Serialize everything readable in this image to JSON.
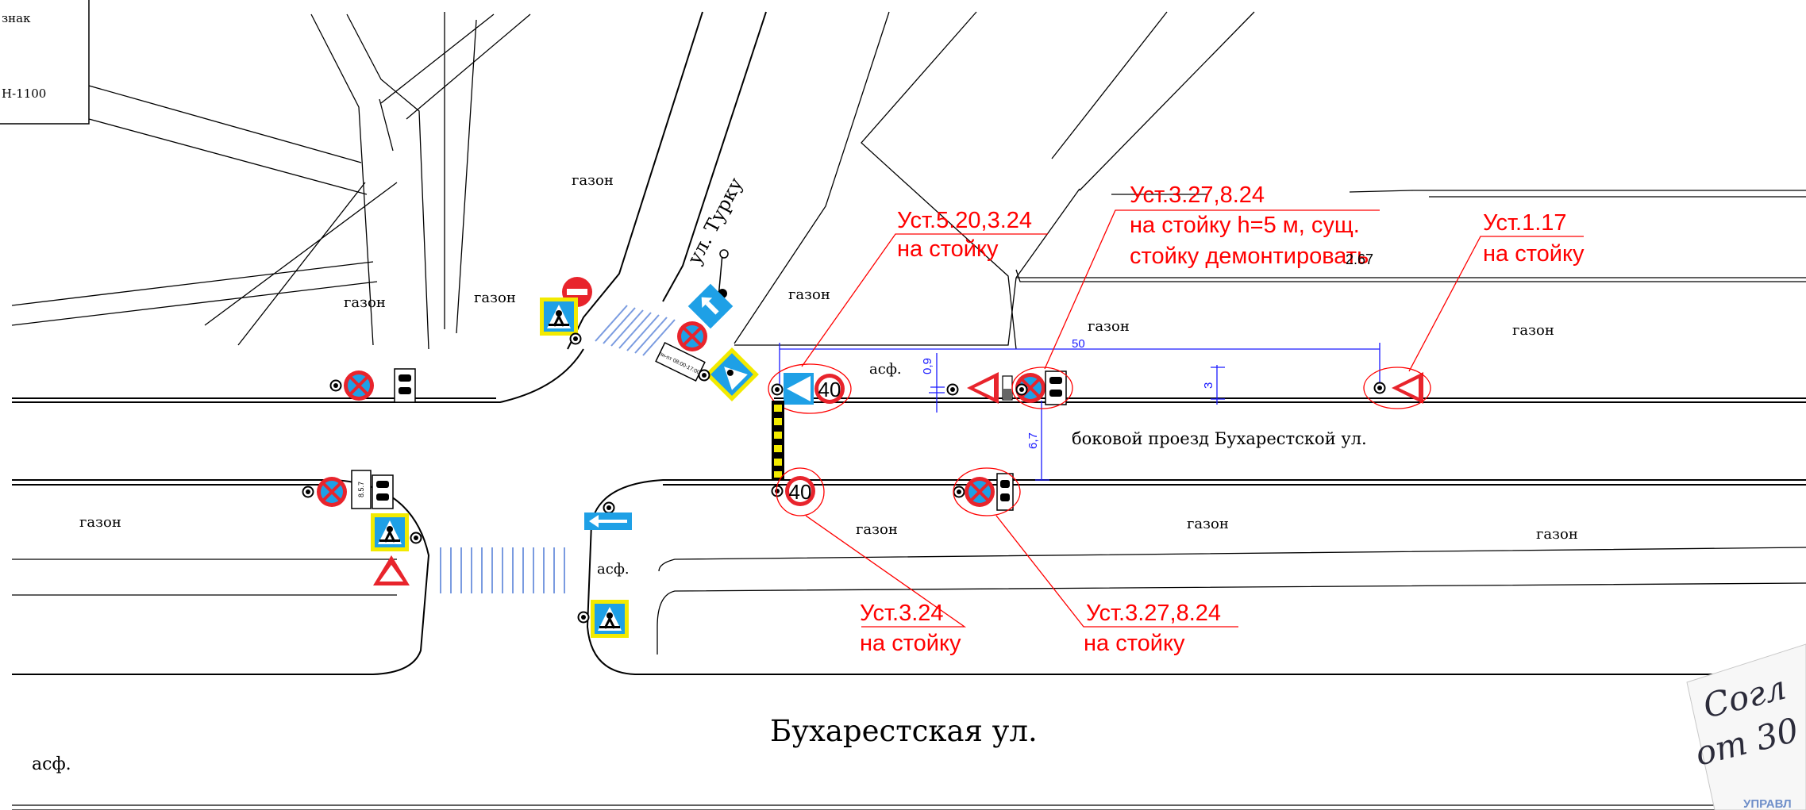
{
  "colors": {
    "annotation": "#ff0000",
    "dimension": "#1a1aff",
    "info_sign_blue": "#1ea0e6",
    "prohibition_red": "#e8242c"
  },
  "title_block": {
    "line1": "знак",
    "line2": "Н-1100"
  },
  "labels": {
    "lawn": "газон",
    "asphalt": "асф.",
    "street_turku": "ул. Турку",
    "side_passage": "боковой проезд Бухарестской ул.",
    "main_street": "Бухарестская ул."
  },
  "annotations": [
    {
      "id": "a1",
      "lines": [
        "Уст.5.20,3.24",
        "на стойку"
      ]
    },
    {
      "id": "a2",
      "lines": [
        "Уст.3.27,8.24",
        "на стойку h=5 м, сущ.",
        "стойку демонтировать"
      ]
    },
    {
      "id": "a3",
      "lines": [
        "Уст.1.17",
        "на стойку"
      ]
    },
    {
      "id": "a4",
      "lines": [
        "Уст.3.24",
        "на стойку"
      ]
    },
    {
      "id": "a5",
      "lines": [
        "Уст.3.27,8.24",
        "на стойку"
      ]
    }
  ],
  "overlap_mark": "2.67",
  "dimensions": {
    "d50": "50",
    "d09": "0,9",
    "d3": "3",
    "d67": "6,7"
  },
  "sign_texts": {
    "speed": "40",
    "plate_857": "8.5.7",
    "plate_time": "пн-пт 08:00-17:00"
  },
  "handwriting": [
    "Согл",
    "от 30"
  ],
  "stamp_fragment": "УПРАВЛ"
}
